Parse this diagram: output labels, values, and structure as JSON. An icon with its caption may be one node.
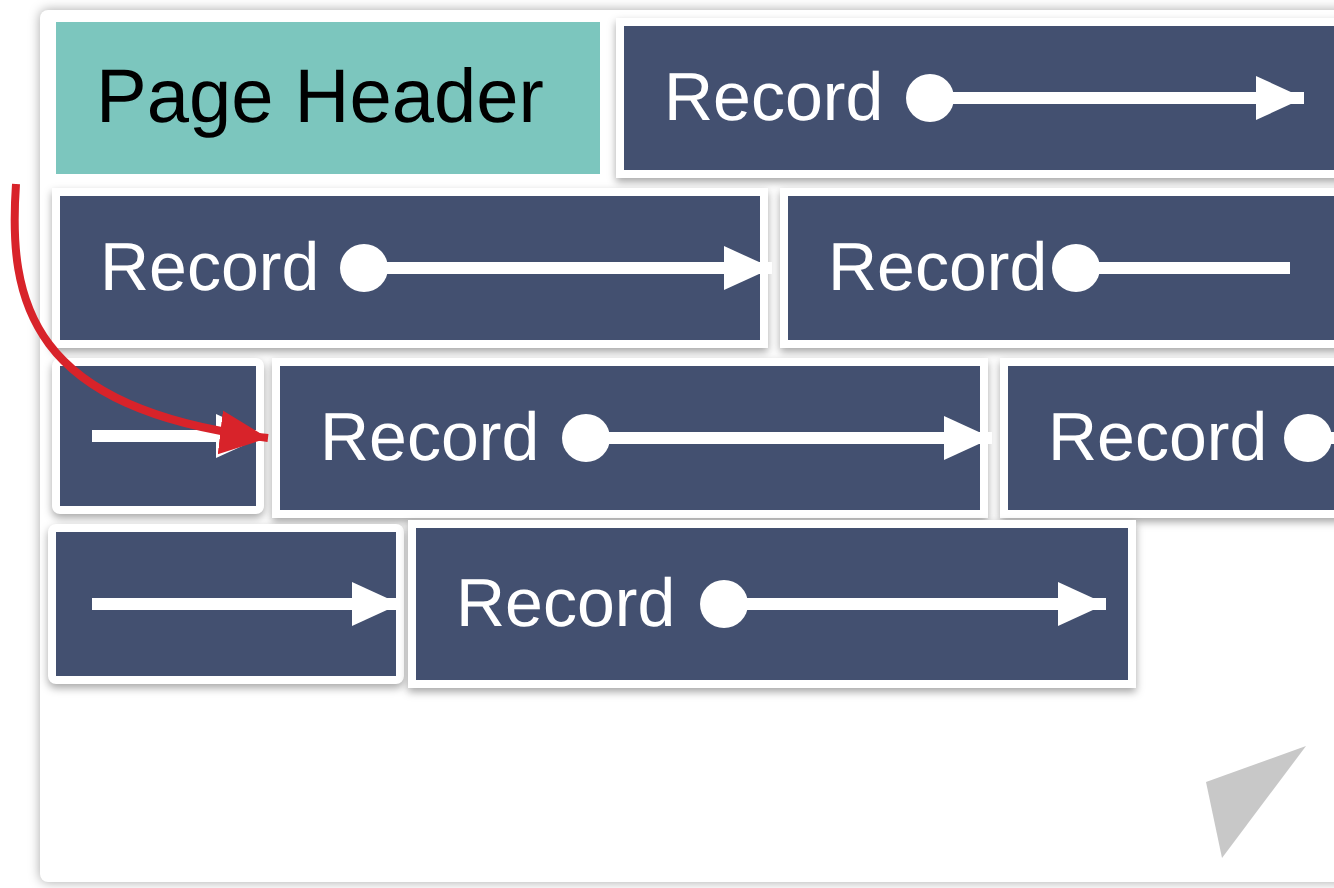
{
  "diagram": {
    "nodes": [
      {
        "text": [],
        "shape": "box"
      },
      {
        "text": [
          "Page Header"
        ],
        "in": 0
      },
      {
        "text": [
          "Record"
        ],
        "in": 0
      },
      {
        "text": [
          "Record"
        ],
        "in": 0
      },
      {
        "text": [
          "Record"
        ],
        "in": 0
      },
      {
        "text": [],
        "shape": "box",
        "in": 0
      },
      {
        "text": [
          "Record"
        ],
        "in": 0
      },
      {
        "text": [
          "Record"
        ],
        "in": 0
      },
      {
        "text": [],
        "shape": "box",
        "in": 0
      },
      {
        "text": [
          "Record"
        ],
        "in": 0
      }
    ],
    "edges": [
      {
        "from": 2,
        "to": null,
        "arrow": "to"
      },
      {
        "from": 3,
        "to": 4,
        "arrow": "to"
      },
      {
        "from": 4,
        "to": null,
        "arrow": "other"
      },
      {
        "from": 5,
        "to": 6,
        "arrow": "to"
      },
      {
        "from": 6,
        "to": 7,
        "arrow": "to"
      },
      {
        "from": 7,
        "to": null,
        "arrow": "other"
      },
      {
        "from": 8,
        "to": 9,
        "arrow": "to"
      },
      {
        "from": 9,
        "to": null,
        "arrow": "to"
      },
      {
        "from": null,
        "to": 6,
        "arrow": "to",
        "color": "#d8232a"
      }
    ]
  }
}
